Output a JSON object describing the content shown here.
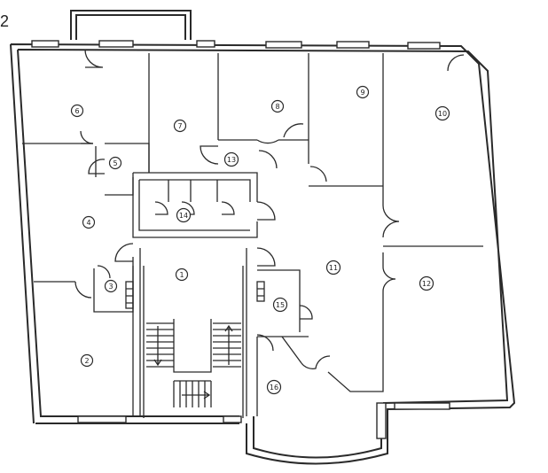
{
  "sheet_number": "2",
  "rooms": [
    {
      "id": "1",
      "label": "1"
    },
    {
      "id": "2",
      "label": "2"
    },
    {
      "id": "3",
      "label": "3"
    },
    {
      "id": "4",
      "label": "4"
    },
    {
      "id": "5",
      "label": "5"
    },
    {
      "id": "6",
      "label": "6"
    },
    {
      "id": "7",
      "label": "7"
    },
    {
      "id": "8",
      "label": "8"
    },
    {
      "id": "9",
      "label": "9"
    },
    {
      "id": "10",
      "label": "10"
    },
    {
      "id": "11",
      "label": "11"
    },
    {
      "id": "12",
      "label": "12"
    },
    {
      "id": "13",
      "label": "13"
    },
    {
      "id": "14",
      "label": "14"
    },
    {
      "id": "15",
      "label": "15"
    },
    {
      "id": "16",
      "label": "16"
    }
  ]
}
